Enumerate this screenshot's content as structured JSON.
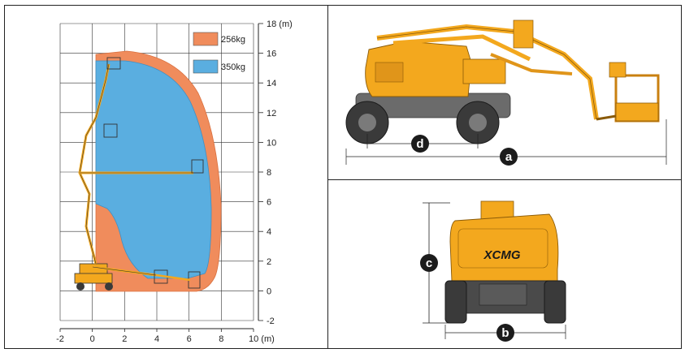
{
  "chart_data": {
    "type": "diagram",
    "x_ticks": [
      "-2",
      "0",
      "2",
      "4",
      "6",
      "8",
      "10 (m)"
    ],
    "y_ticks": [
      "-2",
      "0",
      "2",
      "4",
      "6",
      "8",
      "10",
      "12",
      "14",
      "16",
      "18 (m)"
    ],
    "x_range": [
      -2,
      10
    ],
    "y_range": [
      -2,
      18
    ],
    "grid": true,
    "legend": [
      {
        "label": "256kg",
        "color": "#f08c5c"
      },
      {
        "label": "350kg",
        "color": "#5aaee0"
      }
    ]
  },
  "dimensions": {
    "overall_length": "a",
    "wheelbase": "d",
    "width": "b",
    "stowed_height": "c"
  },
  "brand": "XCMG",
  "colors": {
    "machine": "#f3a81e",
    "machine_dark": "#c98010",
    "badge": "#1c1c1c",
    "tire": "#3a3a3a"
  }
}
